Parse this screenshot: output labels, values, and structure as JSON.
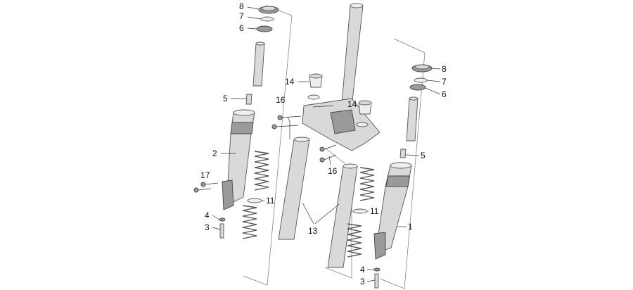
{
  "callouts": {
    "l8": "8",
    "l7": "7",
    "l6": "6",
    "l5": "5",
    "l2": "2",
    "l17": "17",
    "l4": "4",
    "l3": "3",
    "l11": "11",
    "l13": "13",
    "l14a": "14",
    "l16a": "16",
    "l14b": "14",
    "l16b": "16",
    "r8": "8",
    "r7": "7",
    "r6": "6",
    "r5": "5",
    "r11": "11",
    "r1": "1",
    "r4": "4",
    "r3": "3"
  },
  "colors": {
    "stroke": "#555555",
    "fill": "#d9d9d9",
    "dark": "#9a9a9a",
    "text": "#111111"
  }
}
